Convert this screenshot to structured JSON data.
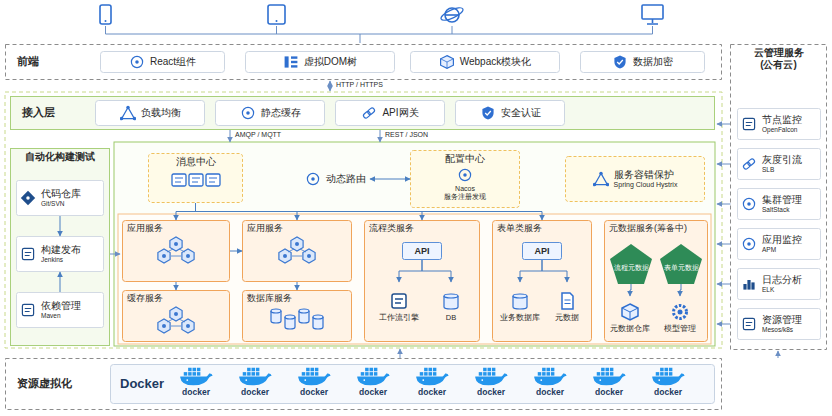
{
  "diagram": {
    "nodes": [
      {
        "text": [
          "前端"
        ]
      },
      {
        "text": [
          "React组件"
        ],
        "in": 0
      },
      {
        "text": [
          "虚拟DOM树"
        ],
        "in": 0
      },
      {
        "text": [
          "Webpack模块化"
        ],
        "in": 0
      },
      {
        "text": [
          "数据加密"
        ],
        "in": 0
      },
      {
        "text": [
          "云管理服务 (公有云)"
        ]
      },
      {
        "text": [
          "节点监控",
          "OpenFalcon"
        ],
        "in": 5
      },
      {
        "text": [
          "灰度引流",
          "SLB"
        ],
        "in": 5
      },
      {
        "text": [
          "集群管理",
          "SaltStack"
        ],
        "in": 5
      },
      {
        "text": [
          "应用监控",
          "APM"
        ],
        "in": 5
      },
      {
        "text": [
          "日志分析",
          "ELK"
        ],
        "in": 5
      },
      {
        "text": [
          "资源管理",
          "Mesos/k8s"
        ],
        "in": 5
      },
      {
        "text": [
          "接入层"
        ]
      },
      {
        "text": [
          "负载均衡"
        ],
        "in": 12
      },
      {
        "text": [
          "静态缓存"
        ],
        "in": 12
      },
      {
        "text": [
          "API网关"
        ],
        "in": 12
      },
      {
        "text": [
          "安全认证"
        ],
        "in": 12
      },
      {
        "text": [
          "自动化构建测试"
        ]
      },
      {
        "text": [
          "代码仓库",
          "Git/SVN"
        ],
        "in": 17
      },
      {
        "text": [
          "构建发布",
          "Jenkins"
        ],
        "in": 17
      },
      {
        "text": [
          "依赖管理",
          "Maven"
        ],
        "in": 17
      },
      {
        "text": [
          "消息中心"
        ]
      },
      {
        "text": [
          "动态路由"
        ]
      },
      {
        "text": [
          "配置中心",
          "Nacos",
          "服务注册发现"
        ]
      },
      {
        "text": [
          "服务容错保护",
          "Spring Cloud Hystrix"
        ]
      },
      {
        "text": [
          "应用服务"
        ]
      },
      {
        "text": [
          "应用服务"
        ]
      },
      {
        "text": [
          "流程类服务"
        ]
      },
      {
        "text": [
          "API"
        ],
        "in": 27
      },
      {
        "text": [
          "工作流引擎"
        ],
        "in": 27
      },
      {
        "text": [
          "DB"
        ],
        "in": 27
      },
      {
        "text": [
          "表单类服务"
        ]
      },
      {
        "text": [
          "API"
        ],
        "in": 31
      },
      {
        "text": [
          "业务数据库"
        ],
        "in": 31
      },
      {
        "text": [
          "元数据"
        ],
        "in": 31
      },
      {
        "text": [
          "元数据服务(筹备中)"
        ]
      },
      {
        "text": [
          "流程元数据"
        ],
        "in": 35
      },
      {
        "text": [
          "表单元数据"
        ],
        "in": 35
      },
      {
        "text": [
          "元数据仓库"
        ],
        "in": 35
      },
      {
        "text": [
          "模型管理"
        ],
        "in": 35
      },
      {
        "text": [
          "缓存服务"
        ]
      },
      {
        "text": [
          "数据库服务"
        ]
      },
      {
        "text": [
          "资源虚拟化"
        ]
      },
      {
        "text": [
          "Docker"
        ],
        "in": 42
      }
    ],
    "edges": [
      {
        "from": 18,
        "to": 19,
        "arrow": "to"
      },
      {
        "from": 20,
        "to": 19,
        "arrow": "to"
      },
      {
        "from": 21,
        "to": 25,
        "arrow": "to"
      },
      {
        "from": 21,
        "to": 26,
        "arrow": "to"
      },
      {
        "from": 21,
        "to": 27,
        "arrow": "to"
      },
      {
        "from": 21,
        "to": 31,
        "arrow": "to"
      },
      {
        "from": 22,
        "to": 23,
        "arrow": "both"
      },
      {
        "from": 25,
        "to": 26,
        "arrow": "to"
      },
      {
        "from": 25,
        "to": 40,
        "arrow": "to"
      },
      {
        "from": 26,
        "to": 41,
        "arrow": "to"
      },
      {
        "from": 28,
        "to": 29,
        "arrow": "to"
      },
      {
        "from": 28,
        "to": 30,
        "arrow": "to"
      },
      {
        "from": 32,
        "to": 33,
        "arrow": "to"
      },
      {
        "from": 32,
        "to": 34,
        "arrow": "to"
      },
      {
        "from": 36,
        "to": 38,
        "arrow": "to"
      },
      {
        "from": 37,
        "to": 39,
        "arrow": "to"
      }
    ],
    "labels": [
      "HTTP / HTTPS",
      "AMQP / MQTT",
      "REST / JSON",
      "docker",
      "docker",
      "docker",
      "docker",
      "docker",
      "docker",
      "docker",
      "docker",
      "docker"
    ]
  }
}
